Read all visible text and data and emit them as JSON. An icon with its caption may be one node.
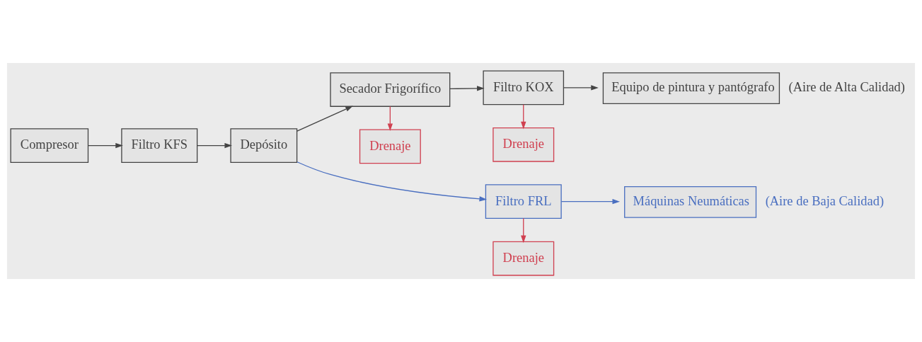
{
  "diagram": {
    "nodes": [
      {
        "text": [
          "Compresor"
        ]
      },
      {
        "text": [
          "Filtro KFS"
        ]
      },
      {
        "text": [
          "Depósito"
        ]
      },
      {
        "text": [
          "Secador Frigorífico"
        ]
      },
      {
        "text": [
          "Filtro KOX"
        ]
      },
      {
        "text": [
          "Equipo de pintura y pantógrafo"
        ],
        "beside": [
          "(Aire de Alta Calidad)"
        ]
      },
      {
        "text": [
          "Drenaje"
        ]
      },
      {
        "text": [
          "Drenaje"
        ]
      },
      {
        "text": [
          "Filtro FRL"
        ]
      },
      {
        "text": [
          "Máquinas Neumáticas"
        ],
        "beside": [
          "(Aire de Baja Calidad)"
        ]
      },
      {
        "text": [
          "Drenaje"
        ]
      }
    ],
    "edges": [
      {
        "from": 0,
        "to": 1,
        "arrow": "to"
      },
      {
        "from": 1,
        "to": 2,
        "arrow": "to"
      },
      {
        "from": 2,
        "to": 3,
        "arrow": "to"
      },
      {
        "from": 2,
        "to": 8,
        "arrow": "to",
        "color": "#4a6fc0"
      },
      {
        "from": 3,
        "to": 4,
        "arrow": "to"
      },
      {
        "from": 4,
        "to": 5,
        "arrow": "to"
      },
      {
        "from": 3,
        "to": 6,
        "arrow": "to",
        "color": "#d04050"
      },
      {
        "from": 4,
        "to": 7,
        "arrow": "to",
        "color": "#d04050"
      },
      {
        "from": 8,
        "to": 9,
        "arrow": "to",
        "color": "#4a6fc0"
      },
      {
        "from": 8,
        "to": 10,
        "arrow": "to",
        "color": "#d04050"
      }
    ]
  }
}
